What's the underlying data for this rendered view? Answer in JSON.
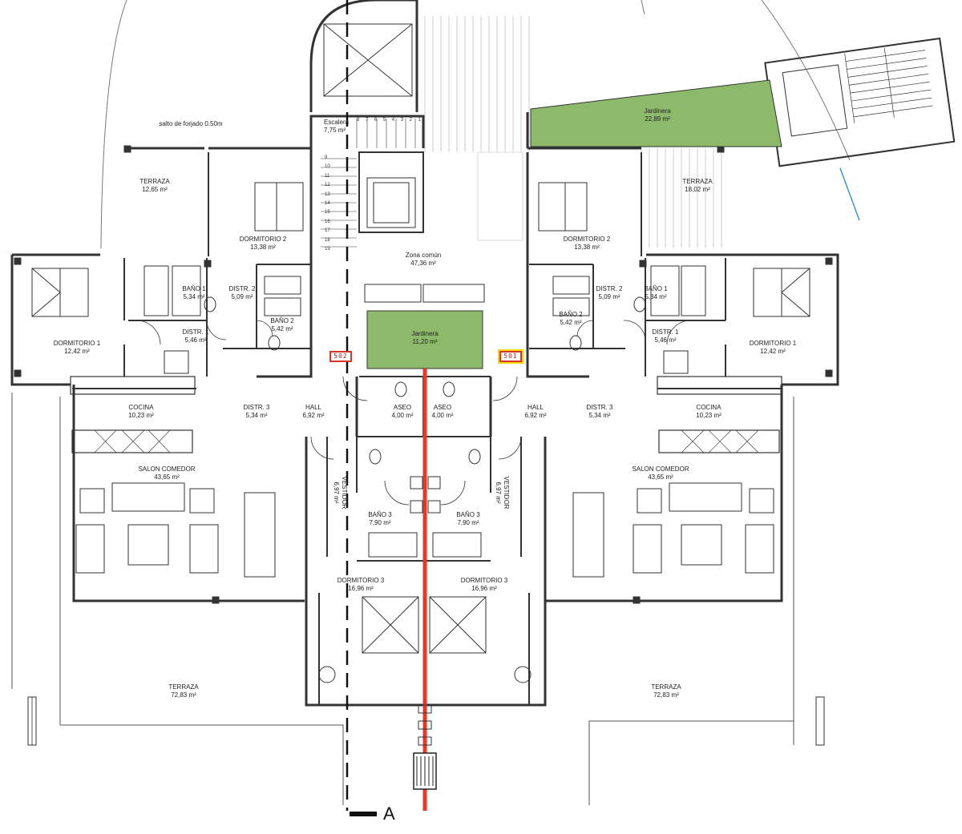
{
  "labels": {
    "salto": "salto de forjado 0.50m",
    "escalera": {
      "name": "Escalera",
      "area": "7,75 m²"
    },
    "terraza_nw": {
      "name": "TERRAZA",
      "area": "12,65 m²"
    },
    "dorm2_l": {
      "name": "DORMITORIO 2",
      "area": "13,38 m²"
    },
    "zona_comun": {
      "name": "Zona común",
      "area": "47,36 m²"
    },
    "jardinera_top": {
      "name": "Jardinera",
      "area": "22,89 m²"
    },
    "terraza_ne": {
      "name": "TERRAZA",
      "area": "18,02 m²"
    },
    "dorm2_r": {
      "name": "DORMITORIO 2",
      "area": "13,38 m²"
    },
    "bano1_l": {
      "name": "BAÑO 1",
      "area": "5,34 m²"
    },
    "distr2_l": {
      "name": "DISTR. 2",
      "area": "5,09 m²"
    },
    "bano2_l": {
      "name": "BAÑO 2",
      "area": "5,42 m²"
    },
    "distr1_l": {
      "name": "DISTR. 1",
      "area": "5,46 m²"
    },
    "dorm1_l": {
      "name": "DORMITORIO 1",
      "area": "12,42 m²"
    },
    "jardinera_mid": {
      "name": "Jardinera",
      "area": "11,20 m²"
    },
    "bano2_r": {
      "name": "BAÑO 2",
      "area": "5,42 m²"
    },
    "distr2_r": {
      "name": "DISTR. 2",
      "area": "5,09 m²"
    },
    "bano1_r": {
      "name": "BAÑO 1",
      "area": "5,34 m²"
    },
    "distr1_r": {
      "name": "DISTR. 1",
      "area": "5,46 m²"
    },
    "dorm1_r": {
      "name": "DORMITORIO 1",
      "area": "12,42 m²"
    },
    "cocina_l": {
      "name": "COCINA",
      "area": "10,23 m²"
    },
    "distr3_l": {
      "name": "DISTR. 3",
      "area": "5,34 m²"
    },
    "hall_l": {
      "name": "HALL",
      "area": "6,92 m²"
    },
    "aseo_l": {
      "name": "ASEO",
      "area": "4,00 m²"
    },
    "aseo_r": {
      "name": "ASEO",
      "area": "4,00 m²"
    },
    "hall_r": {
      "name": "HALL",
      "area": "6,92 m²"
    },
    "distr3_r": {
      "name": "DISTR. 3",
      "area": "5,34 m²"
    },
    "cocina_r": {
      "name": "COCINA",
      "area": "10,23 m²"
    },
    "salon_l": {
      "name": "SALON COMEDOR",
      "area": "43,65 m²"
    },
    "salon_r": {
      "name": "SALON COMEDOR",
      "area": "43,65 m²"
    },
    "vestidor_l": {
      "name": "VESTIDOR",
      "area": "6,97 m²"
    },
    "vestidor_r": {
      "name": "VESTIDOR",
      "area": "6,97 m²"
    },
    "bano3_l": {
      "name": "BAÑO 3",
      "area": "7,90 m²"
    },
    "bano3_r": {
      "name": "BAÑO 3",
      "area": "7,90 m²"
    },
    "dorm3_l": {
      "name": "DORMITORIO 3",
      "area": "16,96 m²"
    },
    "dorm3_r": {
      "name": "DORMITORIO 3",
      "area": "16,96 m²"
    },
    "terraza_sw": {
      "name": "TERRAZA",
      "area": "72,83 m²"
    },
    "terraza_se": {
      "name": "TERRAZA",
      "area": "72,83 m²"
    }
  },
  "unit_tags": {
    "left": "502",
    "right": "501"
  },
  "section_marker": "A",
  "stair_steps_top": [
    "8",
    "7",
    "6",
    "5",
    "4",
    "3",
    "2",
    "1"
  ],
  "stair_steps_side": [
    "9",
    "10",
    "11",
    "12",
    "13",
    "14",
    "15",
    "16",
    "17",
    "18",
    "19"
  ],
  "colors": {
    "garden": "#8cba6a",
    "section_line": "#e23b2a",
    "tag_border": "#d8342a",
    "tag_highlight": "#f4d800",
    "wall": "#333333"
  }
}
